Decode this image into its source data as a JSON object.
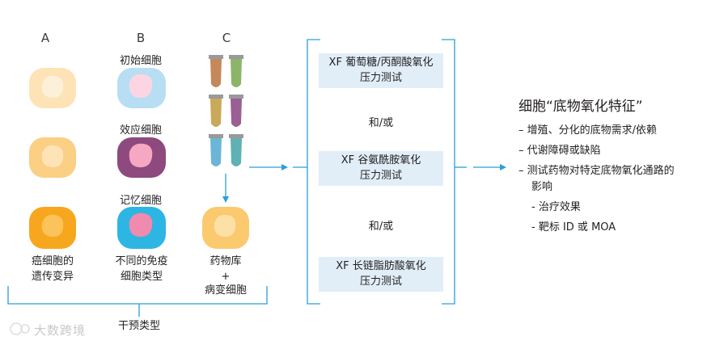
{
  "columns": {
    "a": {
      "head": "A",
      "bottom_label": [
        "癌细胞的",
        "遗传变异"
      ]
    },
    "b": {
      "head": "B",
      "cell_labels": [
        "初始细胞",
        "效应细胞",
        "记忆细胞"
      ],
      "bottom_label": [
        "不同的免疫",
        "细胞类型"
      ]
    },
    "c": {
      "head": "C",
      "bottom_label": [
        "药物库",
        "+",
        "病变细胞"
      ]
    }
  },
  "bracket_label": "干预类型",
  "assays": {
    "top": [
      "XF 葡萄糖/丙酮酸氧化",
      "压力测试"
    ],
    "middle": [
      "XF 谷氨酰胺氧化",
      "压力测试"
    ],
    "bottom": [
      "XF 长链脂肪酸氧化",
      "压力测试"
    ],
    "and_or_1": "和/或",
    "and_or_2": "和/或"
  },
  "result": {
    "title": "细胞“底物氧化特征”",
    "bullets": [
      "– 增殖、分化的底物需求/依赖",
      "– 代谢障碍或缺陷",
      "– 测试药物对特定底物氧化通路的",
      "影响"
    ],
    "sub_bullets": [
      "- 治疗效果",
      "- 靶标 ID 或 MOA"
    ]
  },
  "watermark": "大数跨境",
  "colors": {
    "accent_blue": "#2a9fd8",
    "assay_bg": "#e1eef8",
    "cell_a_light": "#fde3b6",
    "cell_a_mid": "#fbcf84",
    "cell_a_dark": "#f7a71e",
    "cell_b_naive": "#b7def3",
    "cell_b_effector": "#8e4a7e",
    "cell_b_memory": "#2db6e4",
    "nucleus_pink": "#f6a7c1",
    "tube_brown": "#c4885a",
    "tube_green": "#8cb56a",
    "tube_gold": "#c9a95a",
    "tube_purple": "#9a5f93",
    "tube_blue": "#6bb6d6",
    "tube_teal": "#5fb1b3"
  }
}
